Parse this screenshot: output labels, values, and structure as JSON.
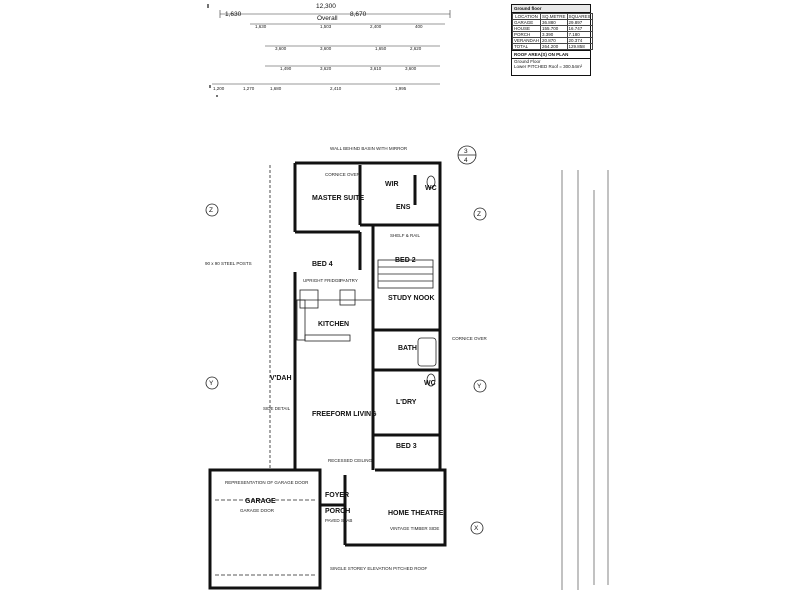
{
  "overall": {
    "total": "12,300",
    "caption": "Overall",
    "left": "1,630",
    "right": "8,670"
  },
  "top_dims": {
    "row1": [
      "1,630",
      "1,503",
      "2,400",
      "400"
    ],
    "row2": [
      "3,600",
      "3,600",
      "1,650",
      "2,620"
    ],
    "row3": [
      "1,490",
      "3,620",
      "3,610",
      "3,600"
    ],
    "row4": [
      "1,200",
      "1,270",
      "1,680",
      "2,410",
      "1,995"
    ]
  },
  "area_table": {
    "title": "Ground floor",
    "headers": [
      "LOCATION",
      "SQ.METRE",
      "SQUARES"
    ],
    "rows": [
      [
        "GARAGE",
        "36.880",
        "29.897"
      ],
      [
        "HOUSE",
        "155.700",
        "16.747"
      ],
      [
        "PORCH",
        "3.390",
        "7.180"
      ],
      [
        "VERANDAH",
        "20.870",
        "20.374"
      ],
      [
        "TOTAL",
        "264.200",
        "129.858"
      ]
    ]
  },
  "roof": {
    "title": "ROOF AREA(S) ON PLAN",
    "sub": "Ground Floor",
    "line": "Lower PITCHED Roof = 300.54m²"
  },
  "markers": {
    "sheet_ref_top": "3",
    "sheet_ref_bottom": "4",
    "z": "Z",
    "y": "Y",
    "x": "X"
  },
  "rooms": {
    "master_suite": "MASTER SUITE",
    "wir": "WIR",
    "ens": "ENS",
    "wc": "WC",
    "bed4": "BED 4",
    "bed2": "BED 2",
    "kitchen": "KITCHEN",
    "study_nook": "STUDY NOOK",
    "bath": "BATH",
    "vdah": "V'DAH",
    "freeform_living": "FREEFORM LIVING",
    "ldry": "L'DRY",
    "bed3": "BED 3",
    "garage": "GARAGE",
    "foyer": "FOYER",
    "porch": "PORCH",
    "home_theatre": "HOME THEATRE"
  },
  "notes": {
    "top_wall": "WALL BEHIND BASIN WITH MIRROR",
    "cornice": "CORNICE OVER",
    "shelf": "SHELF & RAIL",
    "recessed": "RECESSED CEILING",
    "garage_note": "REPRESENTATION OF GARAGE DOOR",
    "garage_sub": "GARAGE DOOR",
    "front_note": "SINGLE STOREY ELEVATION PITCHED ROOF",
    "porch_note": "PAVED SLAB",
    "theatre_note": "VINTAGE TIMBER SIDE",
    "left_note": "SIDE DETAIL",
    "right_note": "CORNICE OVER",
    "upright": "UPRIGHT FRIDGE",
    "pantry": "PANTRY",
    "rear_dims": "90 x 90 STEEL POSTS"
  }
}
